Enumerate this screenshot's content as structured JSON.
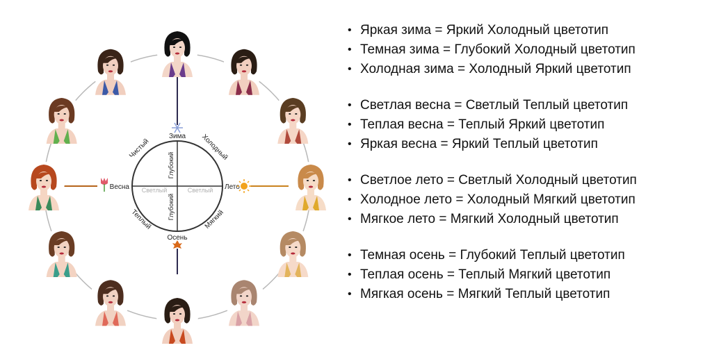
{
  "wheel": {
    "labels": {
      "top": "Зима",
      "right": "Лето",
      "bottom": "Осень",
      "left": "Весна",
      "top_right": "Холодный",
      "top_left": "Чистый",
      "bottom_left": "Теплый",
      "bottom_right": "Мягкий",
      "vert_upper": "Глубокий",
      "vert_lower": "Глубокий",
      "horiz_left": "Светлый",
      "horiz_right": "Светлый"
    },
    "colors": {
      "top": "#2d2a4f",
      "right": "#c9821e",
      "bottom": "#7a3a1a",
      "left": "#b5641a",
      "leaf": "#d96a1a",
      "sun": "#f2a31c",
      "snow": "#8aa0d8"
    },
    "portraits": [
      {
        "hair": "#111111",
        "skin": "#f3d6c8",
        "shirt": "#6a3c8c"
      },
      {
        "hair": "#2a1d14",
        "skin": "#f1cfbf",
        "shirt": "#8a2d4a"
      },
      {
        "hair": "#5a3d22",
        "skin": "#f5d6c6",
        "shirt": "#b04a3c"
      },
      {
        "hair": "#c98a4a",
        "skin": "#f6dcc7",
        "shirt": "#e0a92c"
      },
      {
        "hair": "#b58a63",
        "skin": "#f6dac9",
        "shirt": "#e3b45c"
      },
      {
        "hair": "#a98570",
        "skin": "#f2d5c9",
        "shirt": "#d9a1a6"
      },
      {
        "hair": "#2a1d14",
        "skin": "#f1cfbf",
        "shirt": "#c84a20"
      },
      {
        "hair": "#4d2e1f",
        "skin": "#f1d2c2",
        "shirt": "#e06a5a"
      },
      {
        "hair": "#6a3d24",
        "skin": "#f3d3c2",
        "shirt": "#3a9e8a"
      },
      {
        "hair": "#b7481e",
        "skin": "#f5d6c3",
        "shirt": "#3a8a5a"
      },
      {
        "hair": "#6b3a22",
        "skin": "#f3d2c1",
        "shirt": "#62b04e"
      },
      {
        "hair": "#3a2418",
        "skin": "#f1cfbf",
        "shirt": "#3c5aa8"
      }
    ]
  },
  "legend": {
    "groups": [
      {
        "items": [
          "Яркая зима = Яркий Холодный цветотип",
          "Темная зима = Глубокий Холодный цветотип",
          "Холодная зима = Холодный Яркий цветотип"
        ]
      },
      {
        "items": [
          "Светлая весна = Светлый Теплый цветотип",
          "Теплая весна = Теплый Яркий цветотип",
          "Яркая весна = Яркий Теплый цветотип"
        ]
      },
      {
        "items": [
          "Светлое лето = Светлый Холодный цветотип",
          "Холодное лето = Холодный Мягкий цветотип",
          "Мягкое лето = Мягкий Холодный цветотип"
        ]
      },
      {
        "items": [
          "Темная осень = Глубокий Теплый цветотип",
          "Теплая осень = Теплый Мягкий цветотип",
          "Мягкая осень = Мягкий Теплый цветотип"
        ]
      }
    ]
  }
}
